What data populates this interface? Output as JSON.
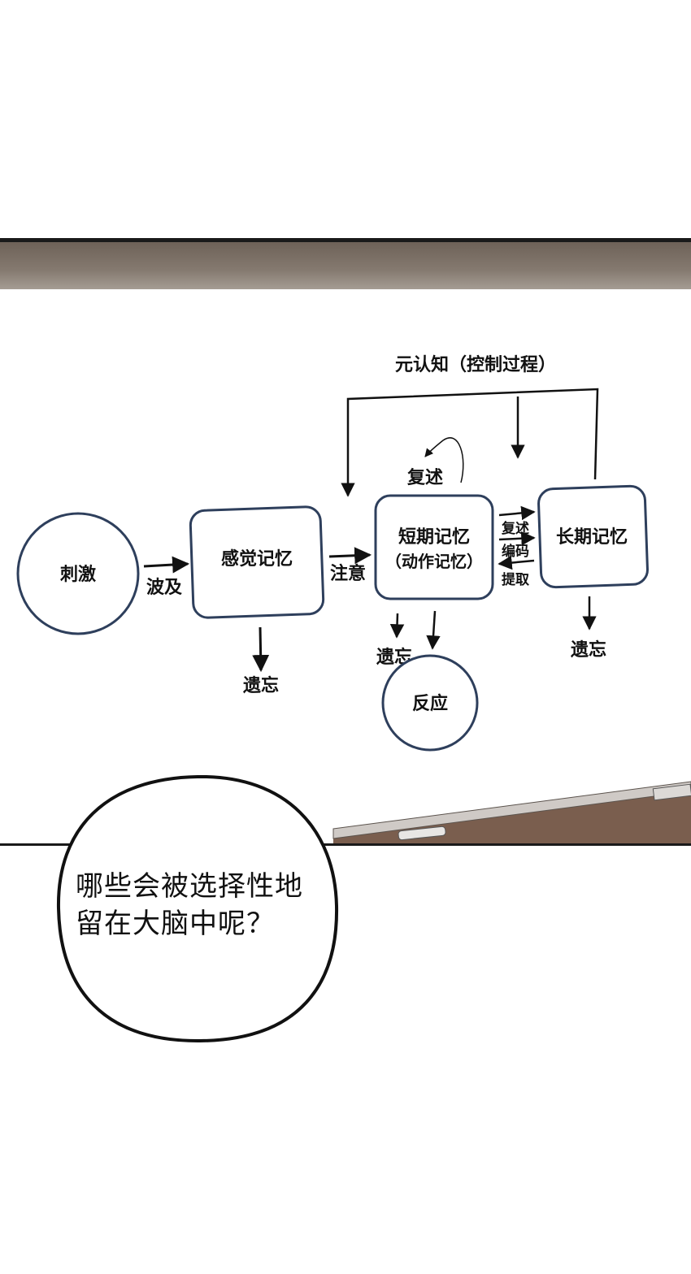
{
  "diagram": {
    "metacognition": "元认知（控制过程）",
    "rehearsal_loop": "复述",
    "stimulus": "刺激",
    "affect": "波及",
    "sensory_memory": "感觉记忆",
    "attention": "注意",
    "short_term_line1": "短期记忆",
    "short_term_line2": "（动作记忆）",
    "rehearse": "复述",
    "encode": "编码",
    "retrieve": "提取",
    "long_term_memory": "长期记忆",
    "forget_sensory": "遗忘",
    "forget_short": "遗忘",
    "response": "反应",
    "forget_long": "遗忘"
  },
  "speech_bubble": {
    "text": "哪些会被选择性地\n留在大脑中呢？"
  }
}
